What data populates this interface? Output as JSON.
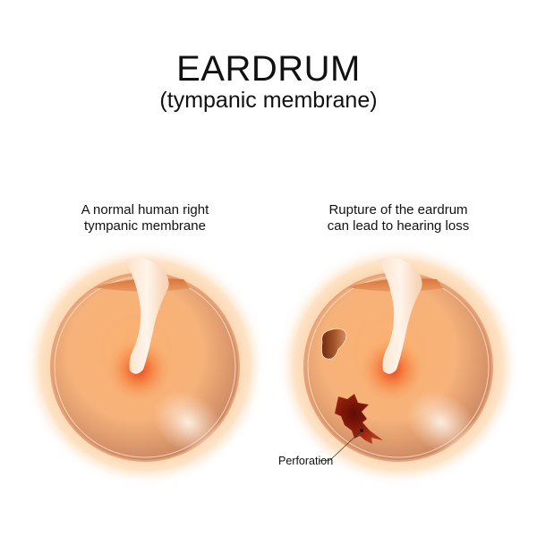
{
  "header": {
    "title": "EARDRUM",
    "subtitle": "(tympanic membrane)"
  },
  "panels": [
    {
      "id": "normal",
      "caption_line1": "A normal human right",
      "caption_line2": "tympanic membrane"
    },
    {
      "id": "ruptured",
      "caption_line1": "Rupture of the eardrum",
      "caption_line2": "can lead to hearing loss"
    }
  ],
  "annotations": {
    "perforation_label": "Perforation"
  },
  "colors": {
    "halo": "#fdd9b0",
    "membrane": "#f8b679",
    "membrane_edge": "#d98a55",
    "umbo_red": "#e8401c",
    "malleus": "#fde7d3",
    "perforation": "#8e1e0c",
    "scar_hole": "#9a4a22"
  }
}
